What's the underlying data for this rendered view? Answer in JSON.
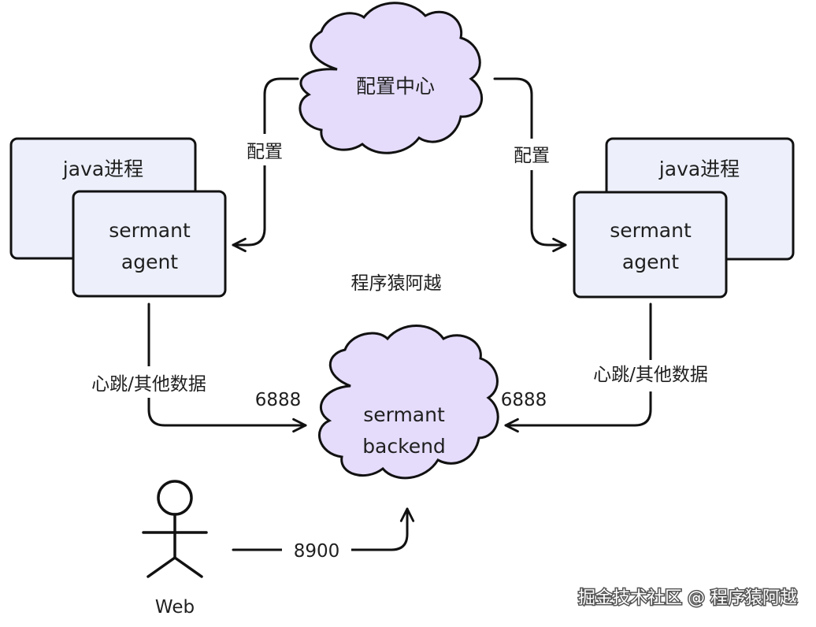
{
  "config_center": {
    "label": "配置中心"
  },
  "left": {
    "process_label": "java进程",
    "agent_line1": "sermant",
    "agent_line2": "agent",
    "config_label": "配置",
    "heartbeat_label": "心跳/其他数据",
    "port_label": "6888"
  },
  "right": {
    "process_label": "java进程",
    "agent_line1": "sermant",
    "agent_line2": "agent",
    "config_label": "配置",
    "heartbeat_label": "心跳/其他数据",
    "port_label": "6888"
  },
  "center_label": "程序猿阿越",
  "backend": {
    "line1": "sermant",
    "line2": "backend"
  },
  "web": {
    "label": "Web",
    "port_label": "8900"
  },
  "watermark": "掘金技术社区 @ 程序猿阿越"
}
